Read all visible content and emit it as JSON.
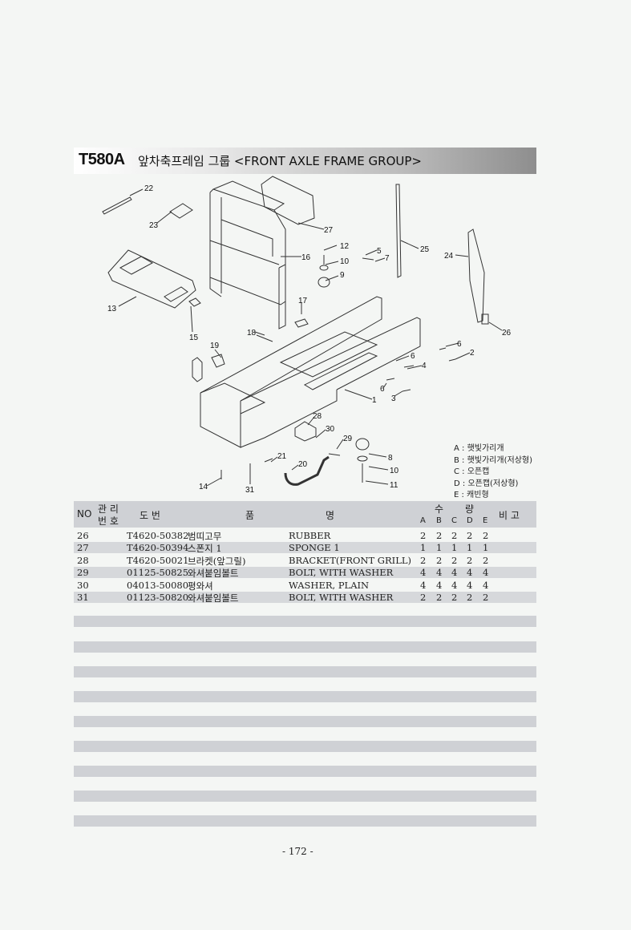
{
  "header": {
    "model": "T580A",
    "title": "앞차축프레임 그룹 <FRONT AXLE FRAME GROUP>"
  },
  "diagram": {
    "callouts": [
      "22",
      "23",
      "27",
      "16",
      "12",
      "10",
      "9",
      "5",
      "7",
      "25",
      "24",
      "13",
      "15",
      "17",
      "18",
      "19",
      "26",
      "6",
      "2",
      "6",
      "4",
      "6",
      "3",
      "1",
      "28",
      "30",
      "29",
      "8",
      "10",
      "11",
      "21",
      "20",
      "14",
      "31"
    ]
  },
  "legend": {
    "items": [
      "A : 햇빛가리개",
      "B : 햇빛가리개(저상형)",
      "C : 오픈캡",
      "D : 오픈캡(저상형)",
      "E : 캐빈형"
    ]
  },
  "table": {
    "headers": {
      "no": "NO",
      "mgmt_top": "관 리",
      "mgmt_bottom": "번 호",
      "drawing": "도   번",
      "name_1": "품",
      "name_2": "명",
      "qty_1": "수",
      "qty_2": "량",
      "qty_cols": [
        "A",
        "B",
        "C",
        "D",
        "E"
      ],
      "remark": "비  고"
    },
    "rows": [
      {
        "no": "26",
        "part": "T4620-50382",
        "kor": "범띠고무",
        "eng": "RUBBER",
        "qty": [
          "2",
          "2",
          "2",
          "2",
          "2"
        ]
      },
      {
        "no": "27",
        "part": "T4620-50394",
        "kor": "스폰지 1",
        "eng": "SPONGE 1",
        "qty": [
          "1",
          "1",
          "1",
          "1",
          "1"
        ]
      },
      {
        "no": "28",
        "part": "T4620-50021",
        "kor": "브라켓(앞그릴)",
        "eng": "BRACKET(FRONT GRILL)",
        "qty": [
          "2",
          "2",
          "2",
          "2",
          "2"
        ]
      },
      {
        "no": "29",
        "part": "01125-50825",
        "kor": "와셔붙임볼트",
        "eng": "BOLT, WITH WASHER",
        "qty": [
          "4",
          "4",
          "4",
          "4",
          "4"
        ]
      },
      {
        "no": "30",
        "part": "04013-50080",
        "kor": "평와셔",
        "eng": "WASHER, PLAIN",
        "qty": [
          "4",
          "4",
          "4",
          "4",
          "4"
        ]
      },
      {
        "no": "31",
        "part": "01123-50820",
        "kor": "와셔붙임볼트",
        "eng": "BOLT, WITH WASHER",
        "qty": [
          "2",
          "2",
          "2",
          "2",
          "2"
        ]
      }
    ]
  },
  "footer": {
    "page": "- 172 -"
  }
}
